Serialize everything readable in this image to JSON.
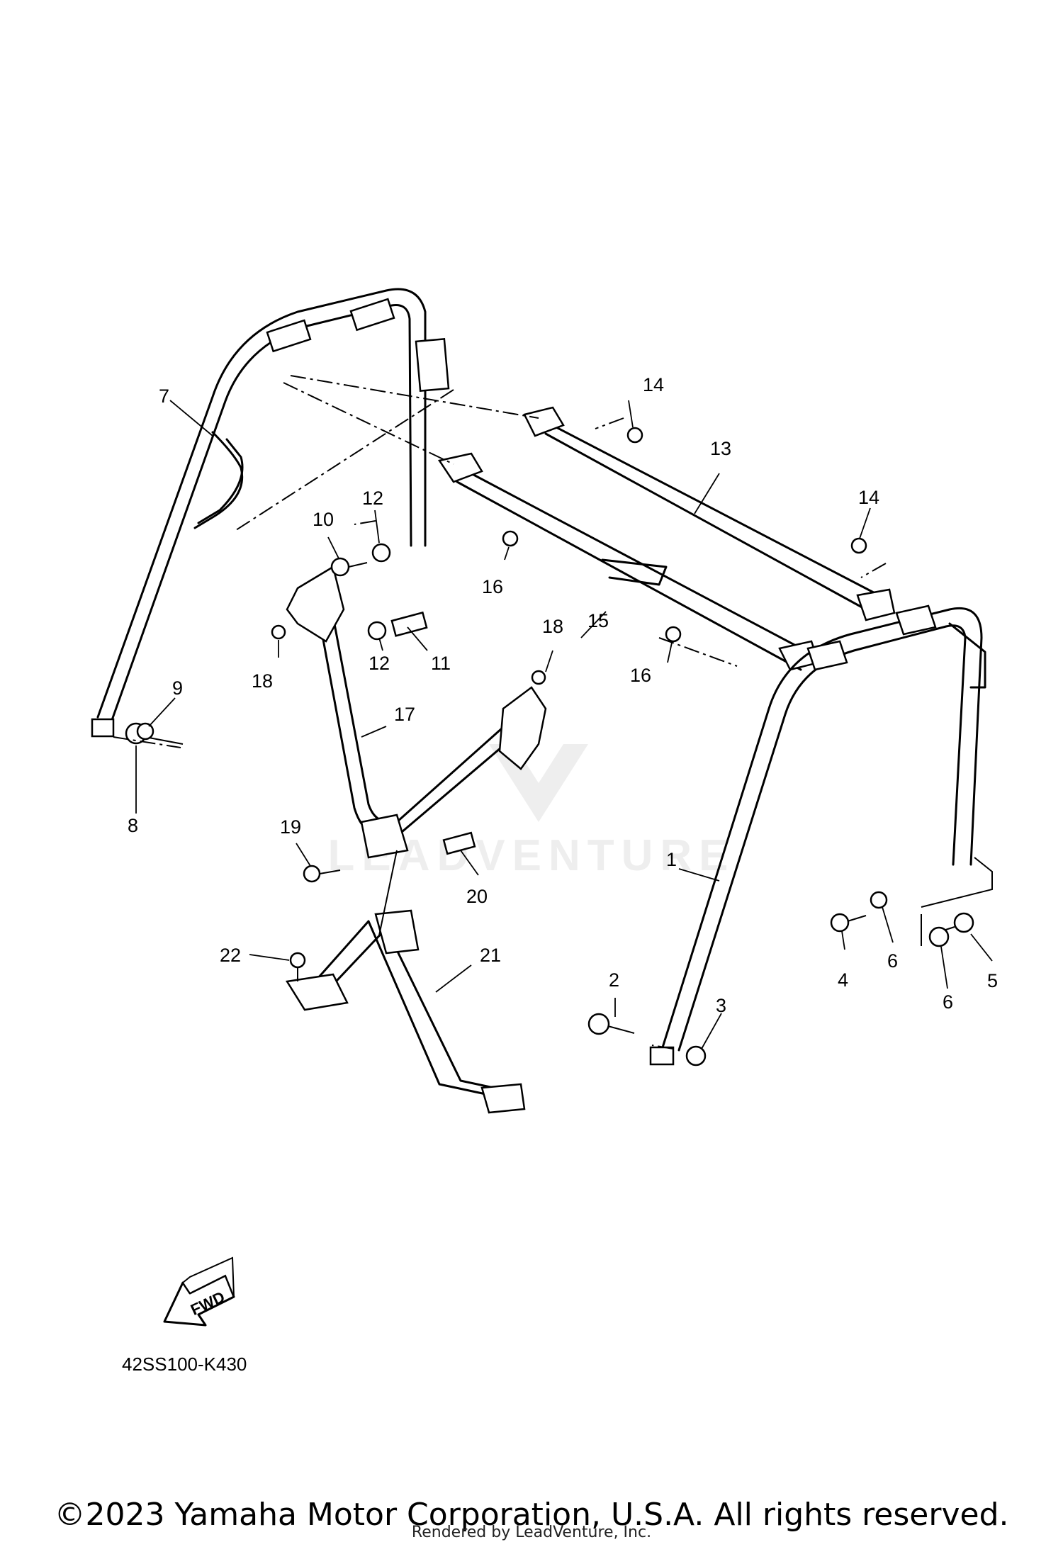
{
  "callouts": {
    "c1": "1",
    "c2": "2",
    "c3": "3",
    "c4": "4",
    "c5": "5",
    "c6a": "6",
    "c6b": "6",
    "c7": "7",
    "c8": "8",
    "c9": "9",
    "c10": "10",
    "c11": "11",
    "c12a": "12",
    "c12b": "12",
    "c13": "13",
    "c14a": "14",
    "c14b": "14",
    "c15": "15",
    "c16a": "16",
    "c16b": "16",
    "c17": "17",
    "c18a": "18",
    "c18b": "18",
    "c19": "19",
    "c20": "20",
    "c21": "21",
    "c22": "22"
  },
  "fwd_label": "FWD",
  "diagram_code": "42SS100-K430",
  "copyright": "©2023 Yamaha Motor Corporation, U.S.A. All rights reserved.",
  "rendered_by": "Rendered by LeadVenture, Inc.",
  "watermark": "LEADVENTURE"
}
